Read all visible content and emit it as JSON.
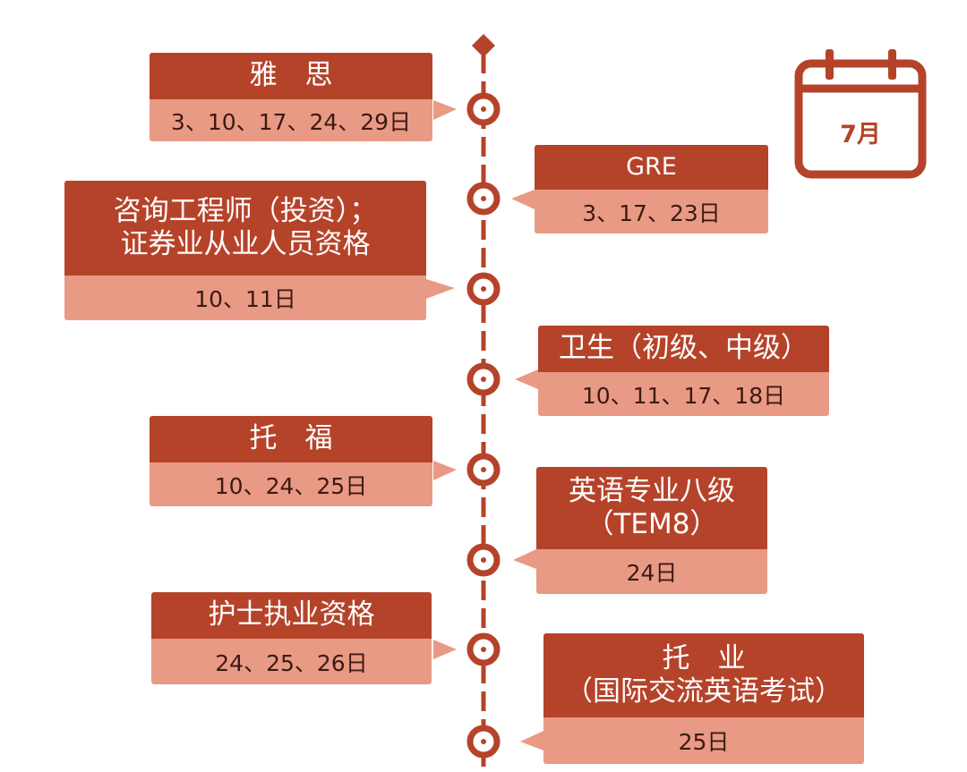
{
  "month": {
    "label": "7月"
  },
  "colors": {
    "title_bg": "#b5432a",
    "dates_bg": "#e99a85",
    "accent": "#b5432a"
  },
  "exams": [
    {
      "title": [
        "雅　思"
      ],
      "dates": "3、10、17、24、29日"
    },
    {
      "title": [
        "GRE"
      ],
      "dates": "3、17、23日"
    },
    {
      "title": [
        "咨询工程师（投资）；",
        "证券业从业人员资格"
      ],
      "dates": "10、11日"
    },
    {
      "title": [
        "卫生（初级、中级）"
      ],
      "dates": "10、11、17、18日"
    },
    {
      "title": [
        "托　福"
      ],
      "dates": "10、24、25日"
    },
    {
      "title": [
        "英语专业八级",
        "（TEM8）"
      ],
      "dates": "24日"
    },
    {
      "title": [
        "护士执业资格"
      ],
      "dates": "24、25、26日"
    },
    {
      "title": [
        "托　业",
        "（国际交流英语考试）"
      ],
      "dates": "25日"
    }
  ]
}
